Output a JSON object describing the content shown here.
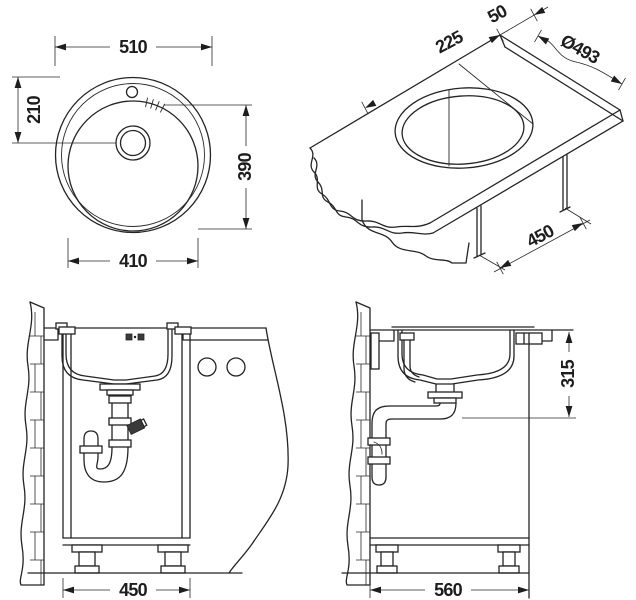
{
  "title": "sink-installation-technical-drawing",
  "colors": {
    "line": "#242424",
    "background": "#ffffff",
    "hatch_fill": "#3a3a3a"
  },
  "dimensions": {
    "top_view": {
      "overall_diameter": "510",
      "drain_center_offset": "210",
      "front_depth": "390",
      "bowl_diameter": "410"
    },
    "isometric_view": {
      "side_to_cutout": "225",
      "back_clearance": "50",
      "cutout_diameter": "Ø493",
      "worktop_depth": "450"
    },
    "front_view": {
      "cabinet_width": "450"
    },
    "side_view": {
      "drain_outlet_height": "315",
      "cabinet_depth": "560"
    }
  }
}
